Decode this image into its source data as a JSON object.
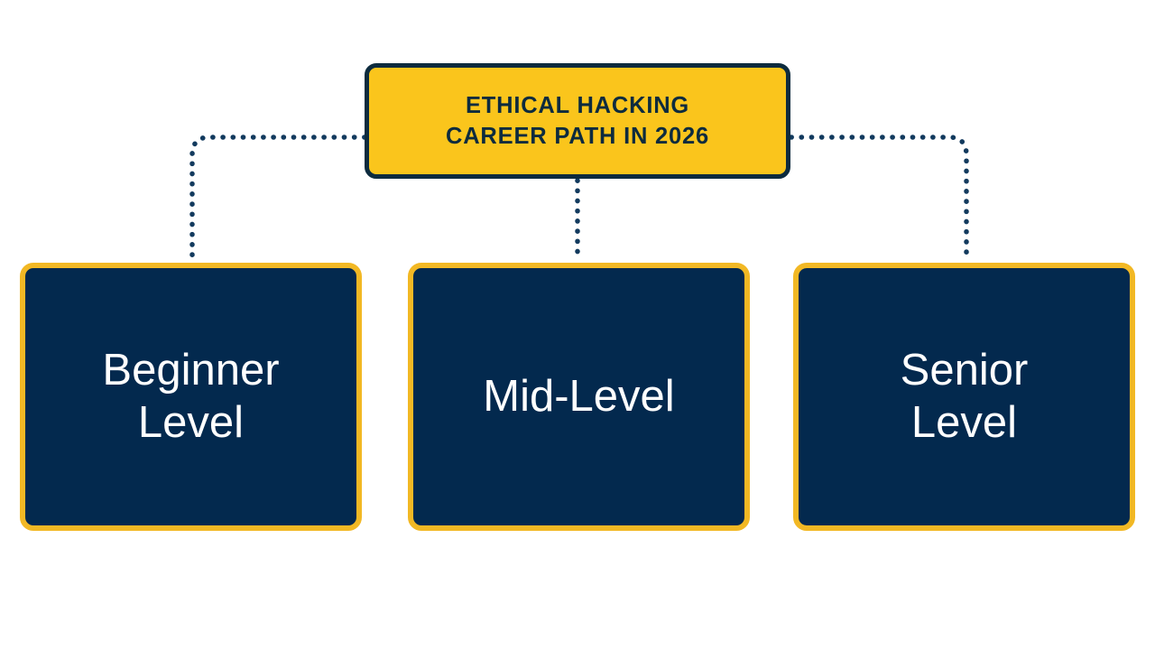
{
  "diagram": {
    "title_node": {
      "label": "Ethical Hacking\nCareer Path in 2026",
      "fill_color": "#FAC51C",
      "border_color": "#0D2B3E",
      "text_color": "#0D2B3E"
    },
    "nodes": [
      {
        "id": "beginner",
        "label": "Beginner\nLevel",
        "fill_color": "#03294E",
        "border_color": "#F2B824",
        "text_color": "#FFFFFF"
      },
      {
        "id": "mid",
        "label": "Mid-Level",
        "fill_color": "#03294E",
        "border_color": "#F2B824",
        "text_color": "#FFFFFF"
      },
      {
        "id": "senior",
        "label": "Senior\nLevel",
        "fill_color": "#03294E",
        "border_color": "#F2B824",
        "text_color": "#FFFFFF"
      }
    ],
    "connector": {
      "style": "dotted",
      "color": "#123A5E",
      "dot_diameter": 5,
      "dot_gap": 11
    },
    "background_color": "#FFFFFF"
  }
}
